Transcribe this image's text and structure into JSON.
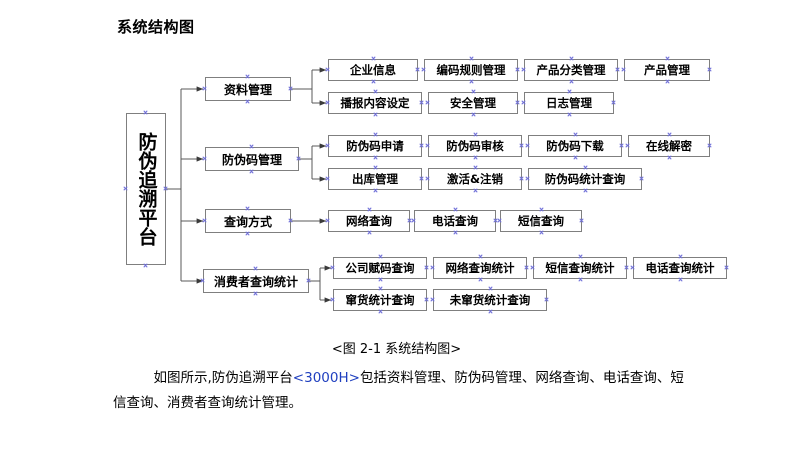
{
  "document": {
    "title": "系统结构图",
    "caption": "<图 2-1  系统结构图>",
    "paragraph_prefix": "　　　如图所示,防伪追溯平台",
    "paragraph_highlight": "<3000H>",
    "paragraph_suffix": "包括资料管理、防伪码管理、网络查询、电话查询、短信查询、消费者查询统计管理。"
  },
  "colors": {
    "box_border": "#7f7f7f",
    "connector": "#595959",
    "handle": "#6f6fd8",
    "highlight_text": "#1f3fbf",
    "text": "#000000",
    "background": "#ffffff"
  },
  "diagram": {
    "root": {
      "label": "防伪追溯平台"
    },
    "branches": [
      {
        "label": "资料管理",
        "children": [
          "企业信息",
          "编码规则管理",
          "产品分类管理",
          "产品管理",
          "播报内容设定",
          "安全管理",
          "日志管理"
        ]
      },
      {
        "label": "防伪码管理",
        "children": [
          "防伪码申请",
          "防伪码审核",
          "防伪码下载",
          "在线解密",
          "出库管理",
          "激活&注销",
          "防伪码统计查询"
        ]
      },
      {
        "label": "查询方式",
        "children": [
          "网络查询",
          "电话查询",
          "短信查询"
        ]
      },
      {
        "label": "消费者查询统计",
        "children": [
          "公司赋码查询",
          "网络查询统计",
          "短信查询统计",
          "电话查询统计",
          "窜货统计查询",
          "未窜货统计查询"
        ]
      }
    ]
  },
  "nodes": {
    "root": "防伪追溯平台",
    "b0": "资料管理",
    "b1": "防伪码管理",
    "b2": "查询方式",
    "b3": "消费者查询统计",
    "n00": "企业信息",
    "n01": "编码规则管理",
    "n02": "产品分类管理",
    "n03": "产品管理",
    "n04": "播报内容设定",
    "n05": "安全管理",
    "n06": "日志管理",
    "n10": "防伪码申请",
    "n11": "防伪码审核",
    "n12": "防伪码下载",
    "n13": "在线解密",
    "n14": "出库管理",
    "n15": "激活&注销",
    "n16": "防伪码统计查询",
    "n20": "网络查询",
    "n21": "电话查询",
    "n22": "短信查询",
    "n30": "公司赋码查询",
    "n31": "网络查询统计",
    "n32": "短信查询统计",
    "n33": "电话查询统计",
    "n34": "窜货统计查询",
    "n35": "未窜货统计查询"
  }
}
